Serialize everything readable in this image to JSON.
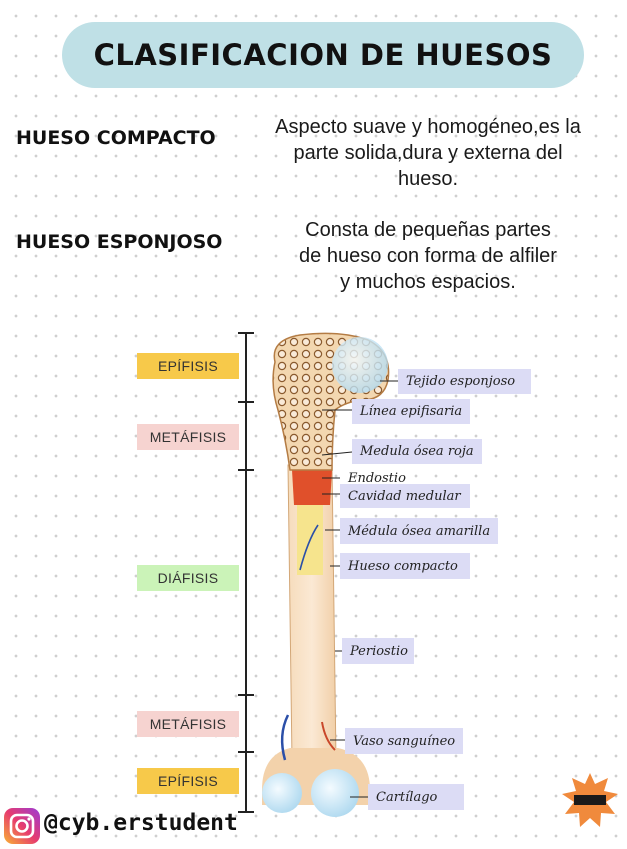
{
  "title": "CLASIFICACION DE HUESOS",
  "types": [
    {
      "term": "HUESO COMPACTO",
      "description": [
        "Aspecto suave y homogéneo,es la",
        "parte solida,dura y externa del",
        "hueso."
      ]
    },
    {
      "term": "HUESO ESPONJOSO",
      "description": [
        "Consta de pequeñas partes",
        "de hueso con forma de alfiler",
        "y muchos espacios."
      ]
    }
  ],
  "regions": [
    "EPÍFISIS",
    "METÁFISIS",
    "DIÁFISIS",
    "METÁFISIS",
    "EPÍFISIS"
  ],
  "labels": [
    "Tejido esponjoso",
    "Línea epifisaria",
    "Medula ósea roja",
    "Endostio",
    "Cavidad medular",
    "Médula ósea amarilla",
    "Hueso compacto",
    "Periostio",
    "Vaso sanguíneo",
    "Cartílago"
  ],
  "footer": {
    "handle": "@cyb.erstudent",
    "icon": "instagram-icon"
  },
  "colors": {
    "title_bg": "#bfe0e6",
    "epifisis": "#f7c94a",
    "metafisis": "#f6d3d0",
    "diafisis": "#cbf3b8",
    "label_bg": "#dcdcf5"
  }
}
